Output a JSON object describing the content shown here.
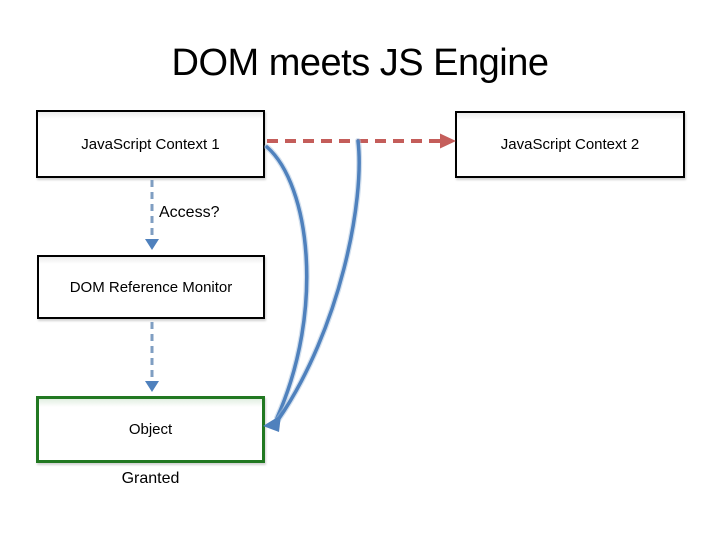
{
  "slide": {
    "title": "DOM meets JS Engine"
  },
  "diagram": {
    "boxes": {
      "context1": "JavaScript Context 1",
      "context2": "JavaScript Context 2",
      "monitor": "DOM Reference Monitor",
      "object": "Object"
    },
    "labels": {
      "access": "Access?",
      "granted": "Granted"
    }
  },
  "colors": {
    "accent_red": "#c0504d",
    "accent_blue": "#4f81bd",
    "dash_blue": "#7f9ec2",
    "curve_highlight_blue": "#a8c2de",
    "object_border_green": "#217821",
    "box_border_black": "#000000",
    "background": "#ffffff",
    "text": "#000000"
  }
}
